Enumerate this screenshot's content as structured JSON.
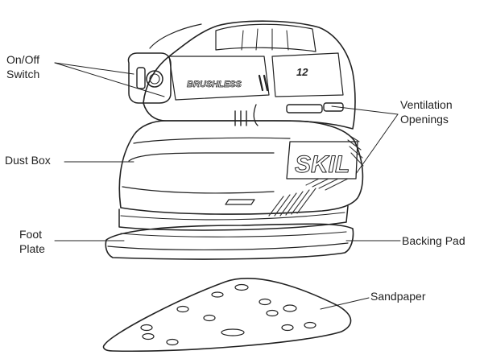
{
  "labels": {
    "on_off_line1": "On/Off",
    "on_off_line2": "Switch",
    "dust_box": "Dust Box",
    "foot_line1": "Foot",
    "foot_line2": "Plate",
    "ventilation_line1": "Ventilation",
    "ventilation_line2": "Openings",
    "backing_pad": "Backing Pad",
    "sandpaper": "Sandpaper"
  },
  "tool": {
    "brand": "SKIL",
    "motor_badge": "BRUSHLESS",
    "voltage": "12"
  },
  "colors": {
    "line": "#222222",
    "hatch": "#333333",
    "background": "#ffffff"
  }
}
